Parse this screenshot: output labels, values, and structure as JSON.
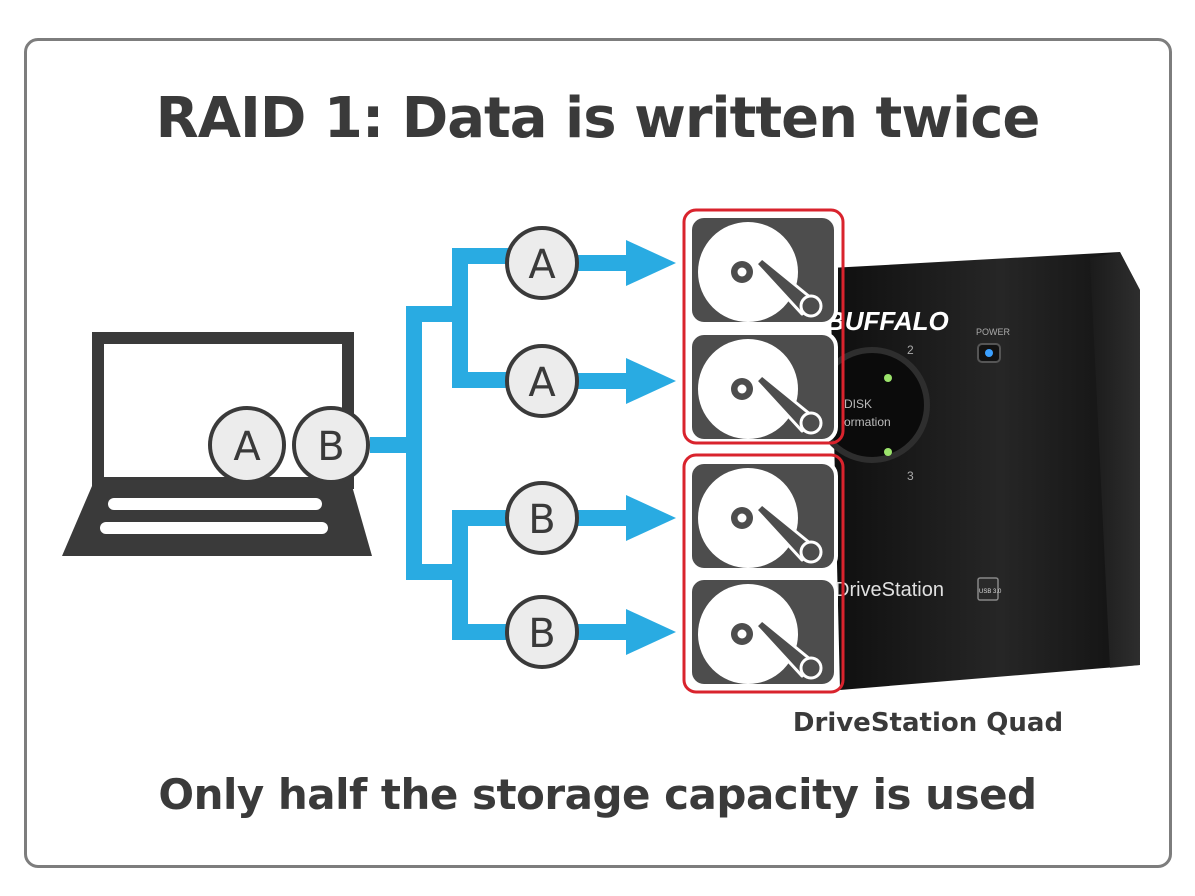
{
  "title": "RAID 1: Data is written twice",
  "footer": "Only half the storage capacity is used",
  "device": {
    "caption": "DriveStation Quad",
    "brand": "BUFFALO",
    "model_text": "DriveStation",
    "power_label": "POWER",
    "bay_numbers": [
      "2",
      "3"
    ],
    "usb_badge": "USB 3.0",
    "center_label_top": "DISK",
    "center_label_bottom": "ormation"
  },
  "laptop": {
    "data_blocks": [
      "A",
      "B"
    ]
  },
  "writes": [
    {
      "label": "A",
      "disk": 1
    },
    {
      "label": "A",
      "disk": 2
    },
    {
      "label": "B",
      "disk": 3
    },
    {
      "label": "B",
      "disk": 4
    }
  ],
  "mirror_groups": [
    {
      "disks": [
        1,
        2
      ],
      "data": "A"
    },
    {
      "disks": [
        3,
        4
      ],
      "data": "B"
    }
  ],
  "colors": {
    "arrow": "#29abe2",
    "disk_body": "#4d4d4d",
    "mirror_outline": "#d9232d",
    "text": "#3a3a3a",
    "device": "#1a1a1a"
  }
}
